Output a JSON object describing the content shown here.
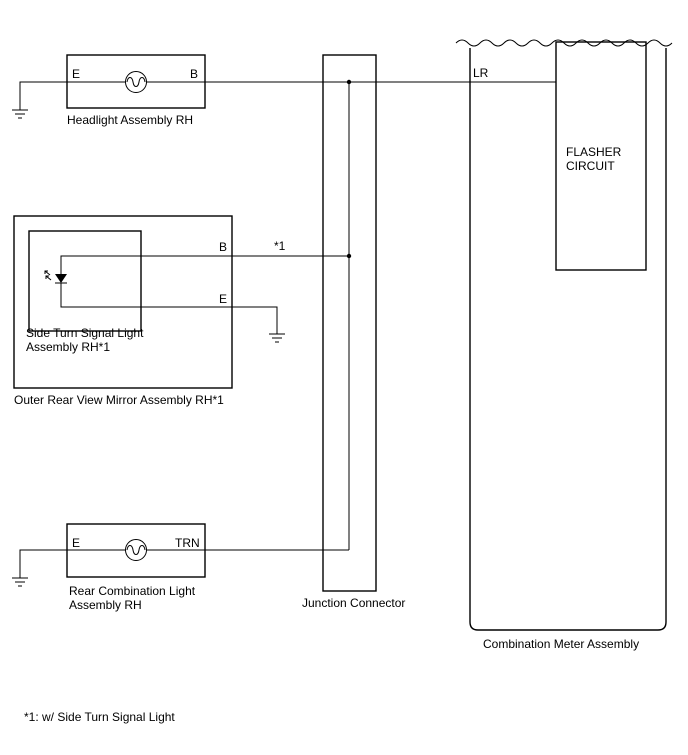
{
  "components": {
    "headlight": {
      "label": "Headlight Assembly RH",
      "pin_left": "E",
      "pin_right": "B"
    },
    "mirror": {
      "label": "Outer Rear View Mirror Assembly RH*1"
    },
    "side_turn": {
      "label_line1": "Side Turn Signal Light",
      "label_line2": "Assembly RH*1",
      "pin_b": "B",
      "pin_e": "E"
    },
    "rear_combo": {
      "label_line1": "Rear Combination Light",
      "label_line2": "Assembly RH",
      "pin_left": "E",
      "pin_right": "TRN"
    },
    "junction": {
      "label": "Junction Connector"
    },
    "meter": {
      "label": "Combination Meter Assembly",
      "pin": "LR",
      "flasher_line1": "FLASHER",
      "flasher_line2": "CIRCUIT"
    }
  },
  "wire_note": "*1",
  "footnote": "*1: w/ Side Turn Signal Light"
}
